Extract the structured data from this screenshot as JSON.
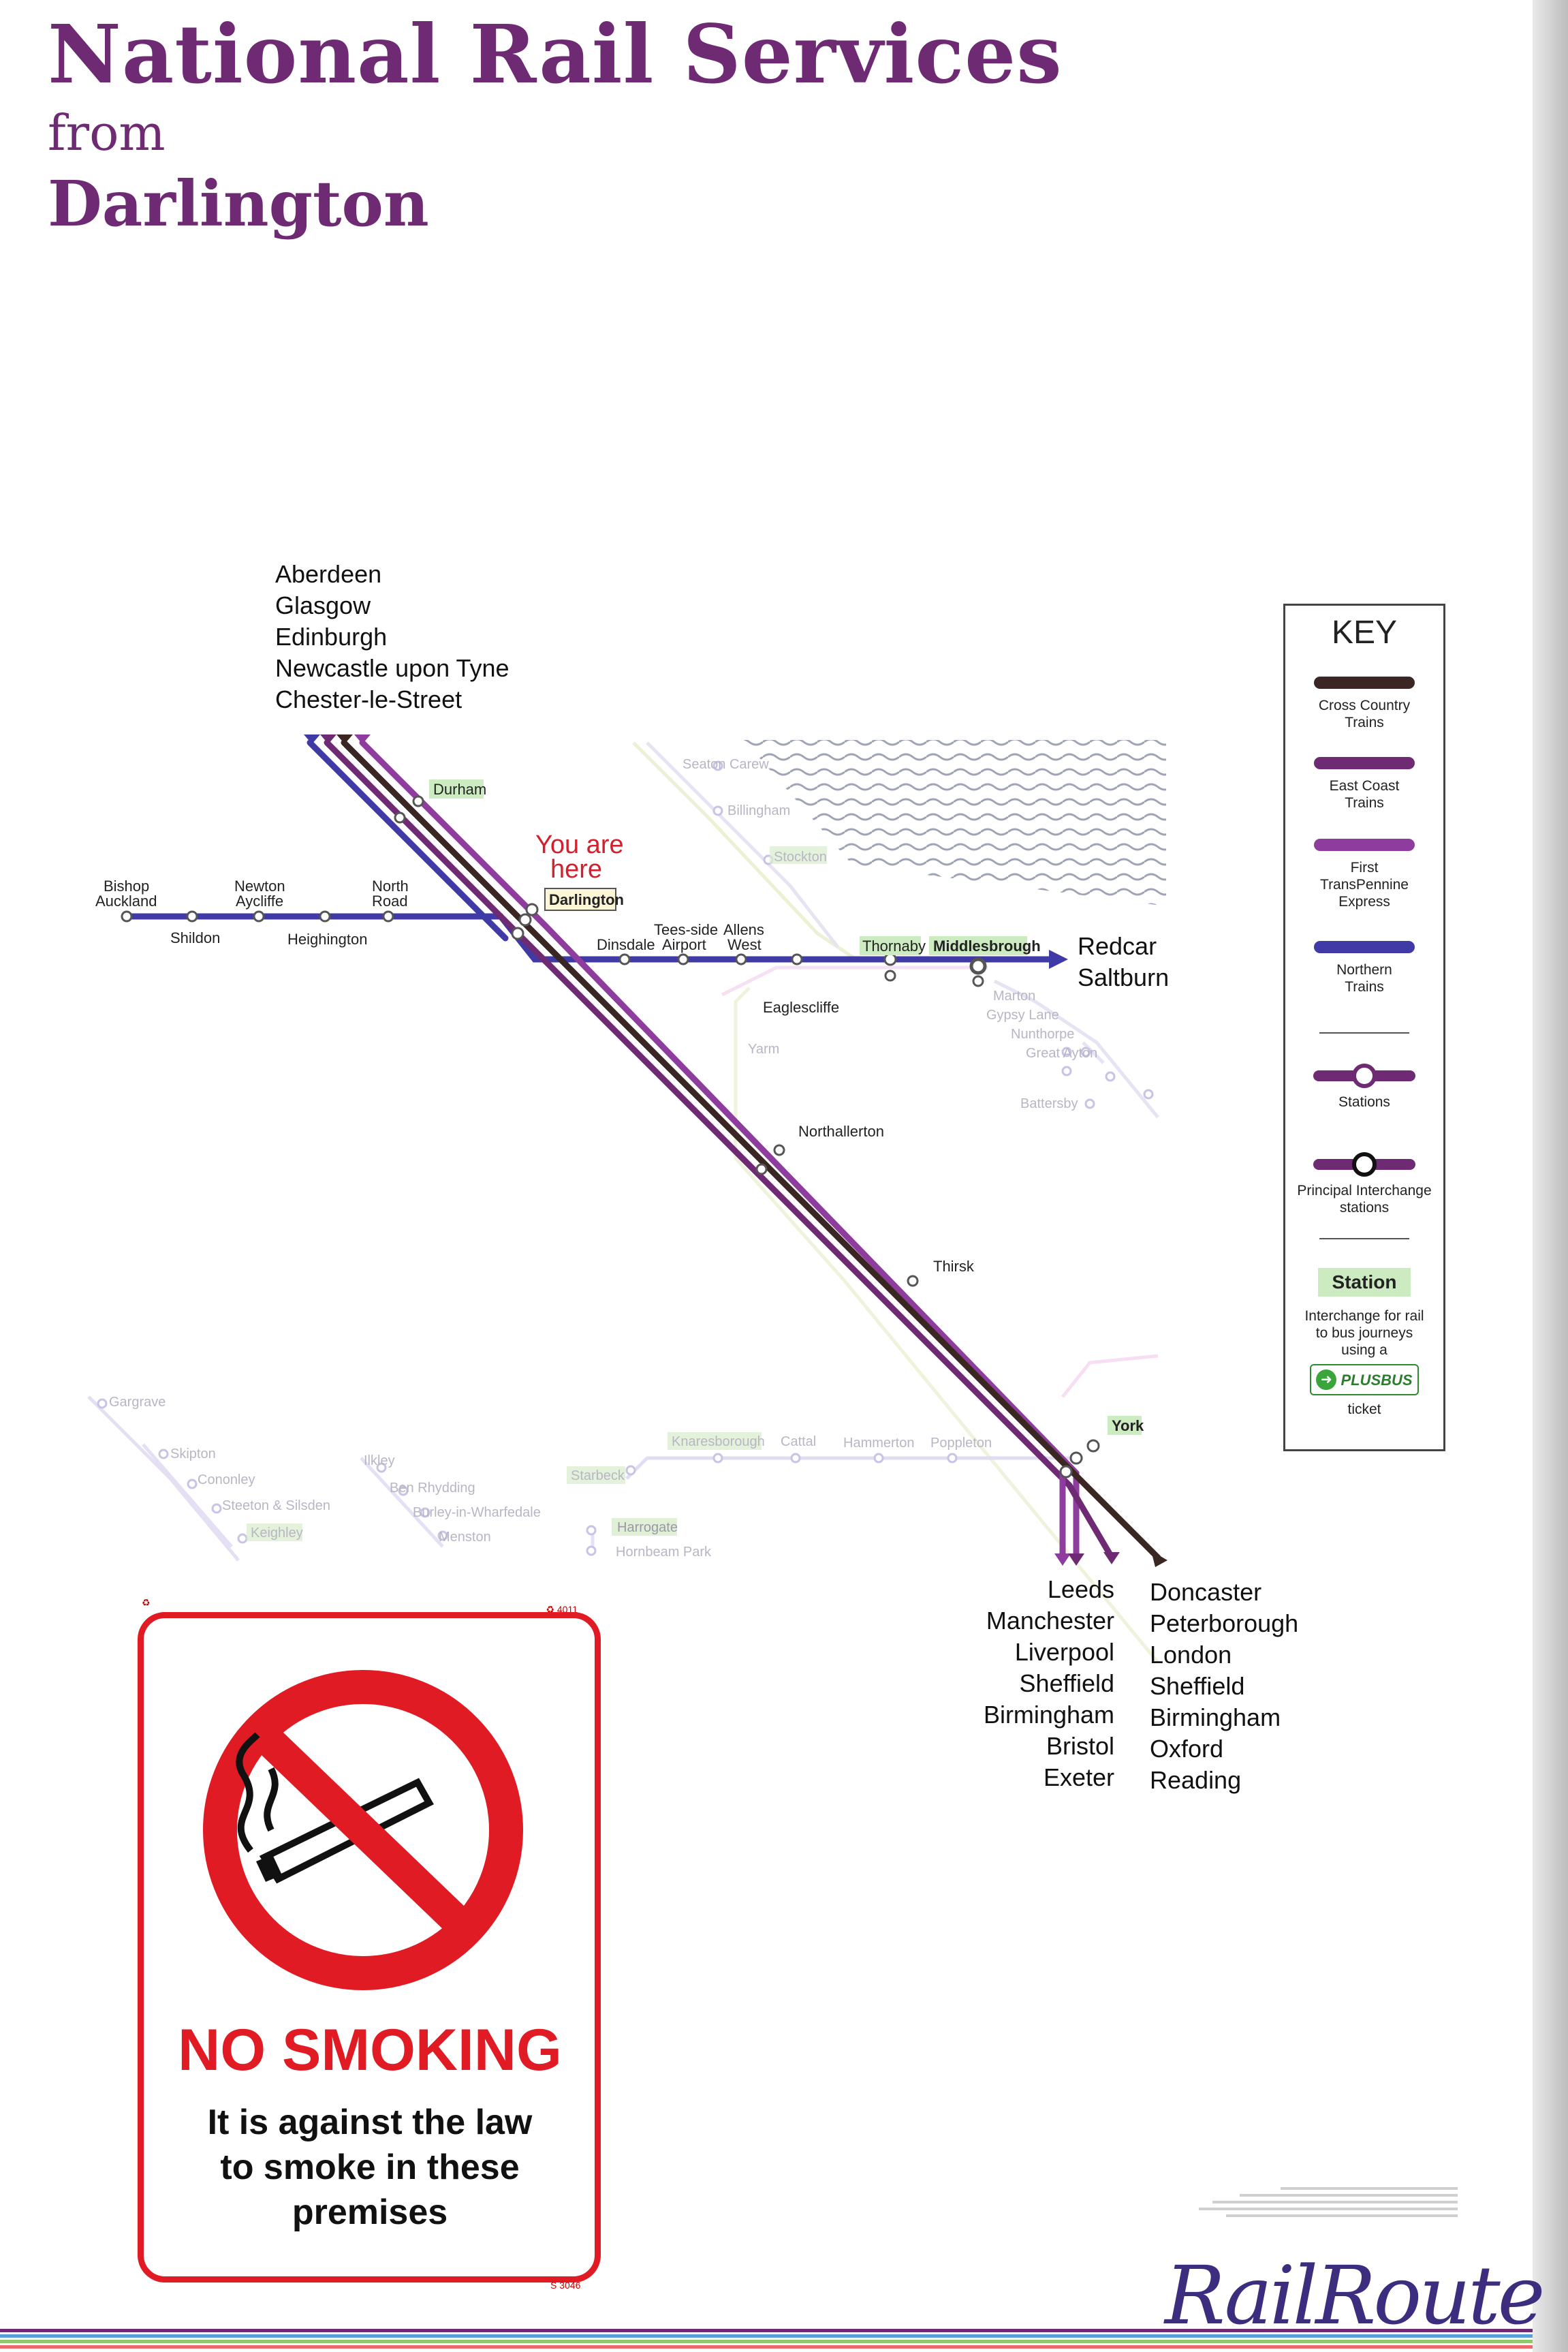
{
  "header": {
    "title": "National Rail Services",
    "from": "from",
    "station": "Darlington"
  },
  "you_are_here": [
    "You are",
    "here"
  ],
  "destinations": {
    "north": [
      "Aberdeen",
      "Glasgow",
      "Edinburgh",
      "Newcastle upon Tyne",
      "Chester-le-Street"
    ],
    "east": [
      "Redcar",
      "Saltburn"
    ],
    "south_left": [
      "Leeds",
      "Manchester",
      "Liverpool",
      "Sheffield",
      "Birmingham",
      "Bristol",
      "Exeter"
    ],
    "south_right": [
      "Doncaster",
      "Peterborough",
      "London",
      "Sheffield",
      "Birmingham",
      "Oxford",
      "Reading"
    ]
  },
  "stations": {
    "durham": "Durham",
    "darlington": "Darlington",
    "bishop_auckland": [
      "Bishop",
      "Auckland"
    ],
    "shildon": "Shildon",
    "newton_aycliffe": [
      "Newton",
      "Aycliffe"
    ],
    "heighington": "Heighington",
    "north_road": [
      "North",
      "Road"
    ],
    "dinsdale": "Dinsdale",
    "teesside_airport": [
      "Tees-side",
      "Airport"
    ],
    "allens_west": [
      "Allens",
      "West"
    ],
    "thornaby": "Thornaby",
    "middlesbrough": "Middlesbrough",
    "eaglescliffe": "Eaglescliffe",
    "yarm": "Yarm",
    "northallerton": "Northallerton",
    "thirsk": "Thirsk",
    "york": "York",
    "seaton_carew": "Seaton Carew",
    "billingham": "Billingham",
    "stockton": "Stockton",
    "marton": "Marton",
    "gypsy_lane": "Gypsy Lane",
    "nunthorpe": "Nunthorpe",
    "great_ayton": "Great Ayton",
    "battersby": "Battersby",
    "gargrave": "Gargrave",
    "skipton": "Skipton",
    "cononley": "Cononley",
    "steeton_silsden": "Steeton & Silsden",
    "keighley": "Keighley",
    "ilkley": "Ilkley",
    "ben_rhydding": "Ben Rhydding",
    "burley": "Burley-in-Wharfedale",
    "menston": "Menston",
    "starbeck": "Starbeck",
    "harrogate": "Harrogate",
    "hornbeam_park": "Hornbeam Park",
    "knaresborough": "Knaresborough",
    "cattal": "Cattal",
    "hammerton": "Hammerton",
    "poppleton": "Poppleton"
  },
  "colors": {
    "cross_country": "#3a2623",
    "east_coast": "#6e2a73",
    "transpennine": "#8e3c9e",
    "northern": "#3f3aa6",
    "brand_purple": "#6e2a73",
    "plusbus_green": "#cdebc0",
    "no_smoking_red": "#e01b24"
  },
  "key": {
    "title": "KEY",
    "cross_country": [
      "Cross Country",
      "Trains"
    ],
    "east_coast": [
      "East Coast",
      "Trains"
    ],
    "transpennine": [
      "First",
      "TransPennine",
      "Express"
    ],
    "northern": [
      "Northern",
      "Trains"
    ],
    "stations": "Stations",
    "interchange": [
      "Principal Interchange",
      "stations"
    ],
    "station_box": "Station",
    "plusbus_text": [
      "Interchange for rail",
      "to bus journeys",
      "using a"
    ],
    "plusbus_logo": "PLUSBUS",
    "ticket": "ticket"
  },
  "sign": {
    "code_top_left": "♻",
    "code_top_right": "♻ 4011",
    "heading": "NO SMOKING",
    "body": [
      "It is against the law",
      "to smoke in these",
      "premises"
    ],
    "code_bottom": "S 3046",
    "icon": "no-smoking-icon"
  },
  "brand": "RailRoute"
}
